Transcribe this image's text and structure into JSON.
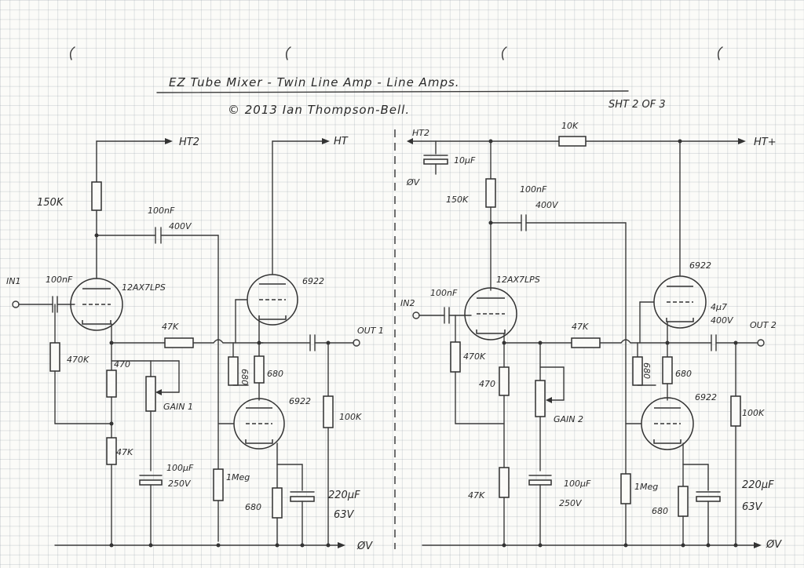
{
  "title": "EZ Tube Mixer - Twin Line Amp - Line Amps.",
  "copyright": "© 2013 Ian Thompson-Bell.",
  "sheet": "SHT 2 OF 3",
  "left": {
    "ht2": "HT2",
    "ht": "HT",
    "r_plate": "150K",
    "c_couple": "100nF",
    "c_couple_v": "400V",
    "in": "IN1",
    "c_in": "100nF",
    "tube1": "12AX7LPS",
    "tube2": "6922",
    "tube3": "6922",
    "r_in": "470K",
    "r_cath": "470",
    "r_mix": "47K",
    "r_grid": "47K",
    "r_680a": "680",
    "r_680b": "680",
    "r_680c": "680",
    "gain": "GAIN 1",
    "c_cath": "100µF",
    "c_cath_v": "250V",
    "r_1meg": "1Meg",
    "r_out": "100K",
    "c_out": "220µF",
    "c_out_v": "63V",
    "out": "OUT 1",
    "gnd": "ØV"
  },
  "right": {
    "ht2": "HT2",
    "htplus": "HT+",
    "r_drop": "10K",
    "c_dec": "10µF",
    "gnd_dec": "ØV",
    "r_plate": "150K",
    "c_couple": "100nF",
    "c_couple_v": "400V",
    "in": "IN2",
    "c_in": "100nF",
    "tube1": "12AX7LPS",
    "tube2": "6922",
    "tube3": "6922",
    "r_in": "470K",
    "r_cath": "470",
    "r_mix": "47K",
    "r_grid": "47K",
    "r_680a": "680",
    "r_680b": "680",
    "r_680c": "680",
    "gain": "GAIN 2",
    "c_cath": "100µF",
    "c_cath_v": "250V",
    "r_1meg": "1Meg",
    "c_4p7": "4µ7",
    "c_4p7_v": "400V",
    "r_out": "100K",
    "c_out": "220µF",
    "c_out_v": "63V",
    "out": "OUT 2",
    "gnd": "ØV"
  }
}
